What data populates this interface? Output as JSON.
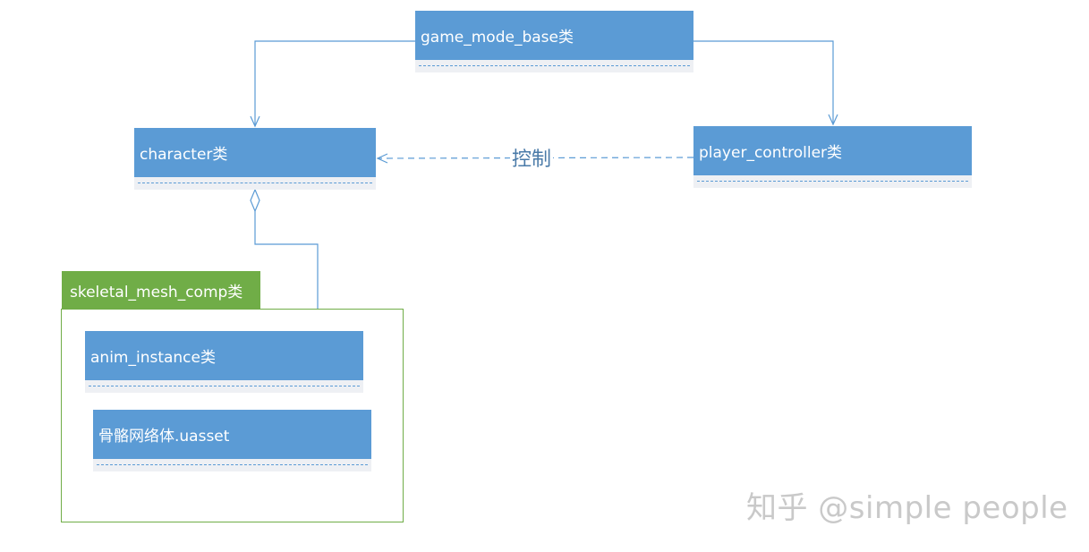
{
  "classes": {
    "game_mode_base": "game_mode_base类",
    "character": "character类",
    "player_controller": "player_controller类",
    "anim_instance": "anim_instance类",
    "skeletal_mesh_asset": "骨骼网络体.uasset"
  },
  "package": {
    "title": "skeletal_mesh_comp类"
  },
  "relations": {
    "control_label": "控制"
  },
  "watermark": "知乎 @simple people",
  "colors": {
    "class_header": "#5b9bd5",
    "class_body": "#eef0f4",
    "package": "#70ad47",
    "connector": "#5b9bd5"
  }
}
